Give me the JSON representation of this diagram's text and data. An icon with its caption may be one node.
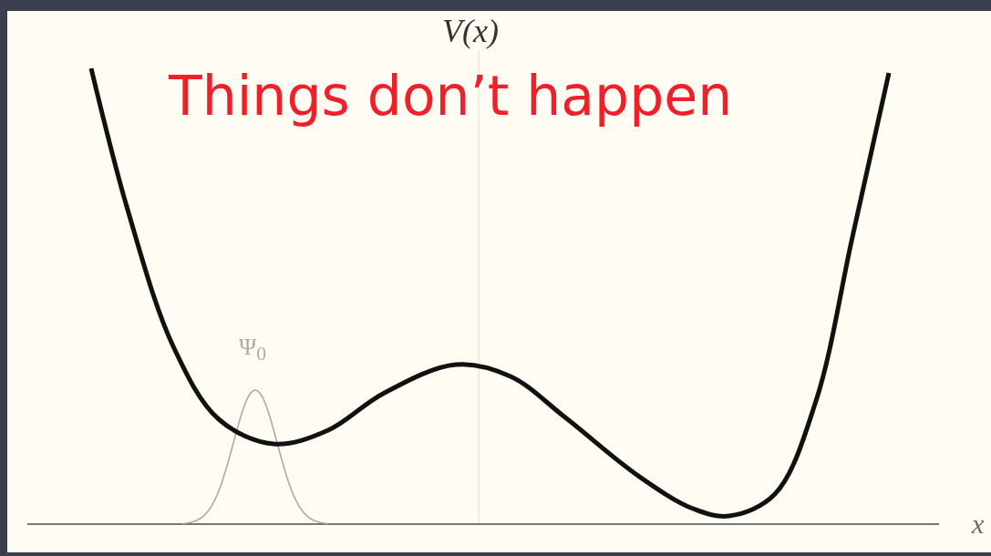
{
  "diagram": {
    "title": "Things don’t happen",
    "labels": [
      "V(x)",
      "Ψ$_{0}$",
      "x"
    ]
  }
}
